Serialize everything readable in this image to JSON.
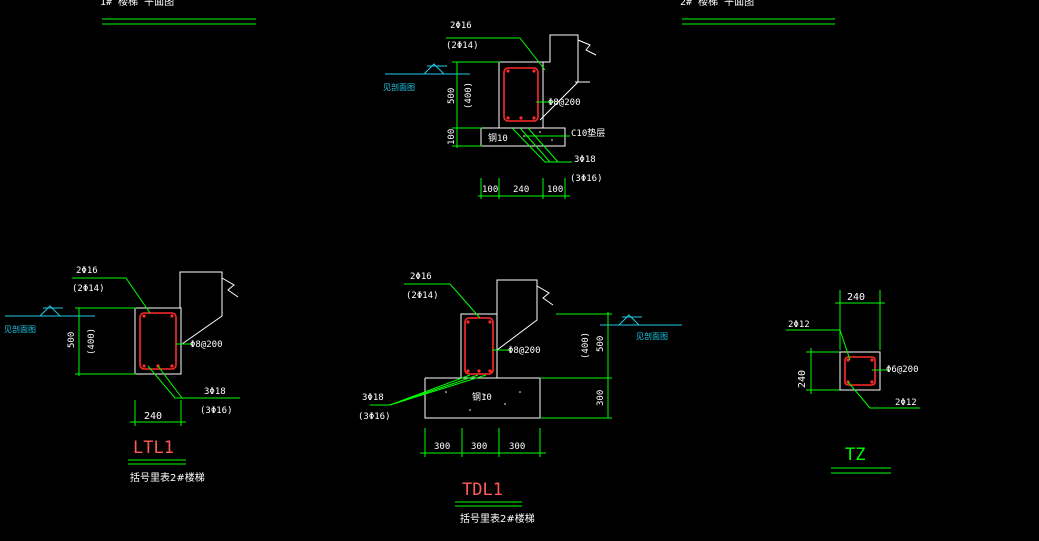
{
  "headers": {
    "left": "1# 楼梯 平面图",
    "right": "2# 楼梯 平面图"
  },
  "ground_label": "见剖面图",
  "top_section": {
    "top_bar": "2Φ16",
    "top_bar_alt": "(2Φ14)",
    "stirrup": "Φ8@200",
    "dim_height": "500",
    "dim_height_alt": "(400)",
    "dim_base": "100",
    "pad_label": "C10垫层",
    "bottom_bar": "3Φ18",
    "bottom_bar_alt": "(3Φ16)",
    "base_dims": [
      "100",
      "240",
      "100"
    ],
    "inner_note": "钢10"
  },
  "ltl1": {
    "top_bar": "2Φ16",
    "top_bar_alt": "(2Φ14)",
    "stirrup": "Φ8@200",
    "dim_height": "500",
    "dim_height_alt": "(400)",
    "bottom_bar": "3Φ18",
    "bottom_bar_alt": "(3Φ16)",
    "width": "240",
    "title": "LTL1",
    "note": "括号里表2#楼梯"
  },
  "tdl1": {
    "top_bar": "2Φ16",
    "top_bar_alt": "(2Φ14)",
    "stirrup": "Φ8@200",
    "dim_height": "500",
    "dim_height_alt": "(400)",
    "dim_base": "300",
    "bottom_bar": "3Φ18",
    "bottom_bar_alt": "(3Φ16)",
    "base_dims": [
      "300",
      "300",
      "300"
    ],
    "inner_note": "钢10",
    "title": "TDL1",
    "note": "括号里表2#楼梯"
  },
  "tz": {
    "width": "240",
    "height": "240",
    "top_bar": "2Φ12",
    "stirrup": "Φ6@200",
    "bottom_bar": "2Φ12",
    "title": "TZ"
  },
  "colors": {
    "background": "#000000",
    "lines": "#ffffff",
    "dims": "#00ff00",
    "rebar": "#ff2a2a",
    "ground": "#22c8e6"
  }
}
